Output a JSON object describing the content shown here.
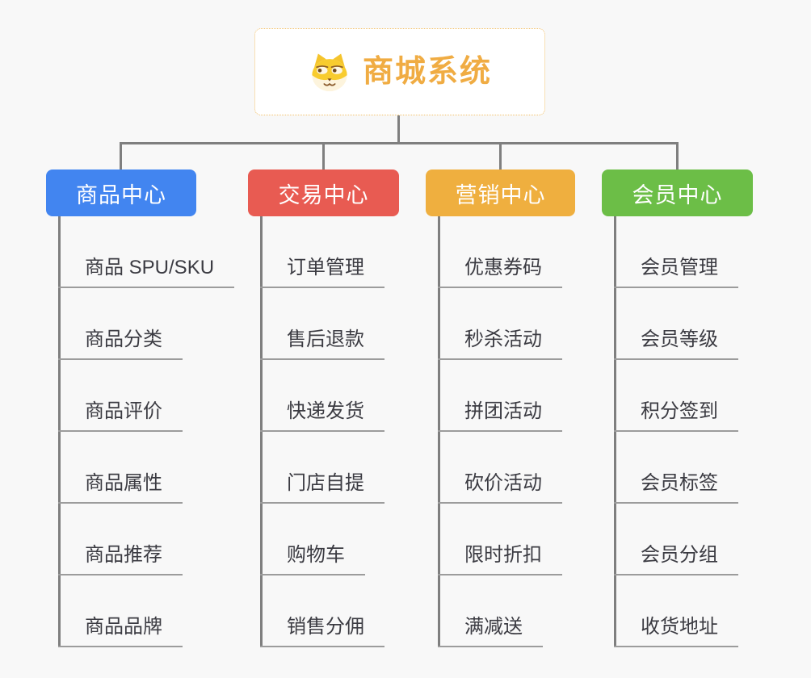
{
  "root": {
    "title": "商城系统",
    "icon": "dog-icon",
    "text_color": "#f0ac43",
    "border_color": "#f2c06a",
    "background": "#ffffff"
  },
  "branches": [
    {
      "title": "商品中心",
      "color": "#4285f0",
      "items": [
        "商品 SPU/SKU",
        "商品分类",
        "商品评价",
        "商品属性",
        "商品推荐",
        "商品品牌"
      ]
    },
    {
      "title": "交易中心",
      "color": "#e85b52",
      "items": [
        "订单管理",
        "售后退款",
        "快递发货",
        "门店自提",
        "购物车",
        "销售分佣"
      ]
    },
    {
      "title": "营销中心",
      "color": "#efaf3f",
      "items": [
        "优惠券码",
        "秒杀活动",
        "拼团活动",
        "砍价活动",
        "限时折扣",
        "满减送"
      ]
    },
    {
      "title": "会员中心",
      "color": "#6cbe47",
      "items": [
        "会员管理",
        "会员等级",
        "积分签到",
        "会员标签",
        "会员分组",
        "收货地址"
      ]
    }
  ],
  "style": {
    "connector_color": "#7f7f7f",
    "leaf_underline_color": "#9c9c9c",
    "leaf_text_color": "#3b3b42",
    "canvas_background": "#f8f8f8"
  }
}
